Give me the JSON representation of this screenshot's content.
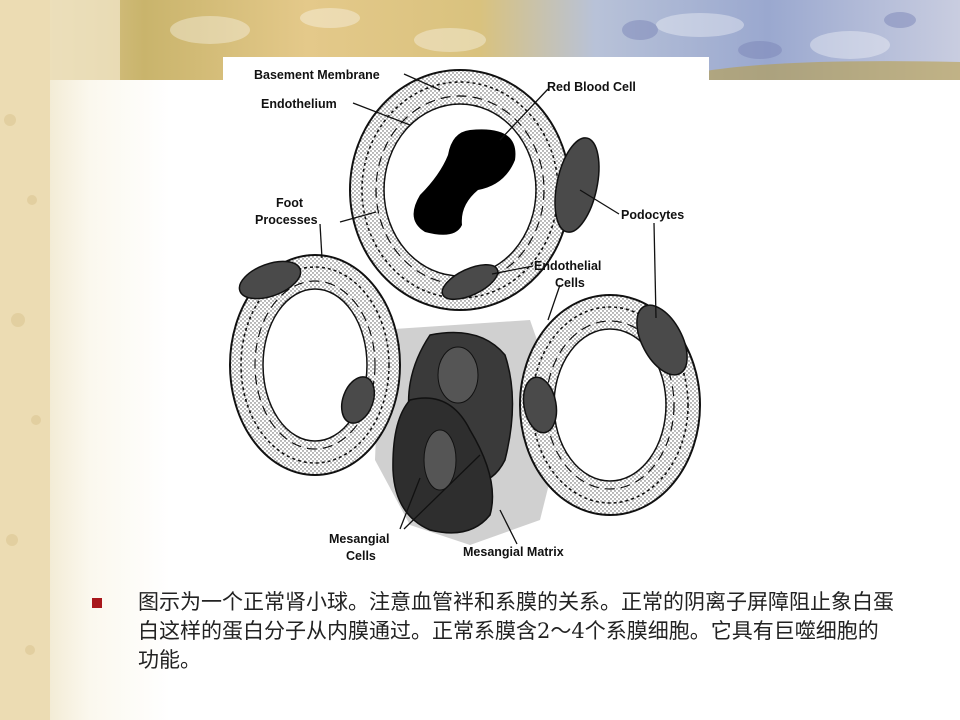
{
  "diagram": {
    "labels": {
      "basement_membrane": "Basement Membrane",
      "endothelium": "Endothelium",
      "red_blood_cell": "Red Blood Cell",
      "foot_processes_1": "Foot",
      "foot_processes_2": "Processes",
      "podocytes": "Podocytes",
      "endothelial_cells_1": "Endothelial",
      "endothelial_cells_2": "Cells",
      "mesangial_cells_1": "Mesangial",
      "mesangial_cells_2": "Cells",
      "mesangial_matrix": "Mesangial Matrix"
    }
  },
  "caption": {
    "text": "图示为一个正常肾小球。注意血管袢和系膜的关系。正常的阴离子屏障阻止象白蛋白这样的蛋白分子从内膜通过。正常系膜含2～4个系膜细胞。它具有巨噬细胞的功能。"
  },
  "colors": {
    "bullet": "#a8171b",
    "ink": "#111111",
    "dark_cell": "#4a4a4a",
    "mesangial_cell": "#2e2e2e",
    "matrix": "#cfcfcf"
  }
}
